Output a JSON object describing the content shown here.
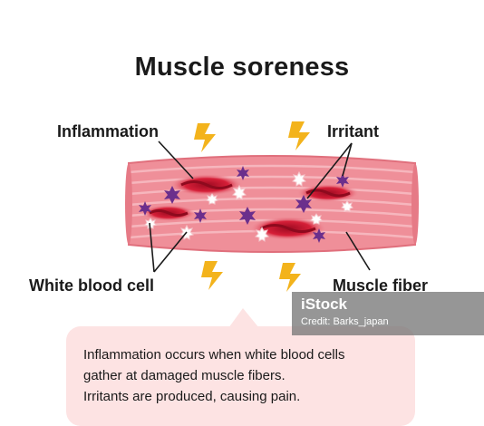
{
  "title": "Muscle soreness",
  "labels": {
    "inflammation": "Inflammation",
    "irritant": "Irritant",
    "white_blood_cell": "White blood cell",
    "muscle_fiber": "Muscle fiber"
  },
  "callout": {
    "lines": [
      "Inflammation occurs when white blood cells",
      "gather at damaged muscle fibers.",
      "Irritants are produced, causing pain."
    ]
  },
  "watermark": {
    "brand": "iStock",
    "credit": "Credit: Barks_japan"
  },
  "colors": {
    "muscle": "#ef8f99",
    "muscle_stripe": "#f6b6bd",
    "muscle_edge": "#e06f7c",
    "wound": "#c8102e",
    "irritant": "#6b2f8c",
    "lightning": "#f3b31c",
    "callout_bg": "#fde3e3"
  },
  "icons": [
    "lightning-icon",
    "irritant-particle-icon",
    "white-blood-cell-icon"
  ]
}
